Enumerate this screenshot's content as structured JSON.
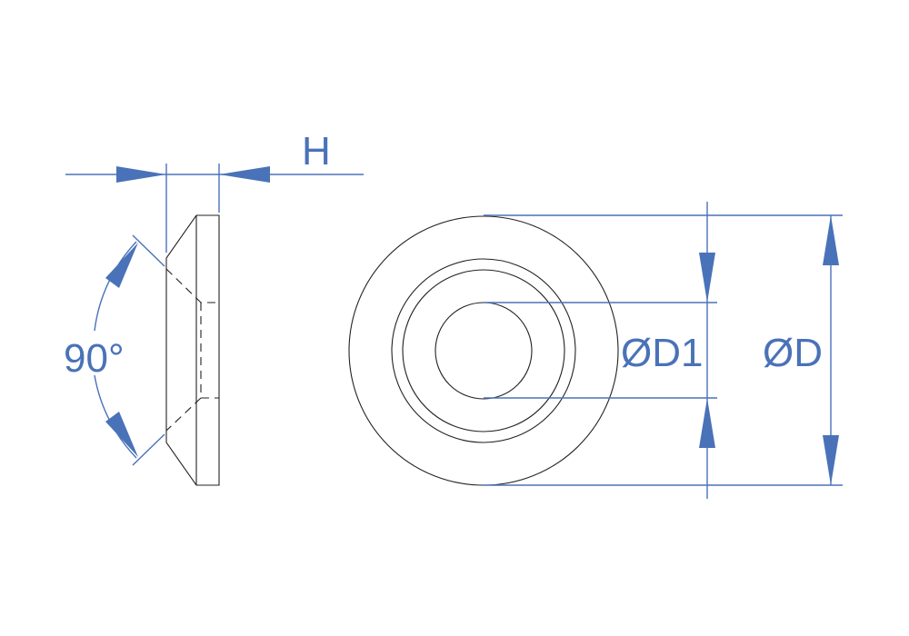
{
  "labels": {
    "height": "H",
    "angle": "90°",
    "inner_diameter": "ØD1",
    "outer_diameter": "ØD"
  },
  "colors": {
    "dimension": "#4a72b8",
    "outline": "#222222"
  }
}
